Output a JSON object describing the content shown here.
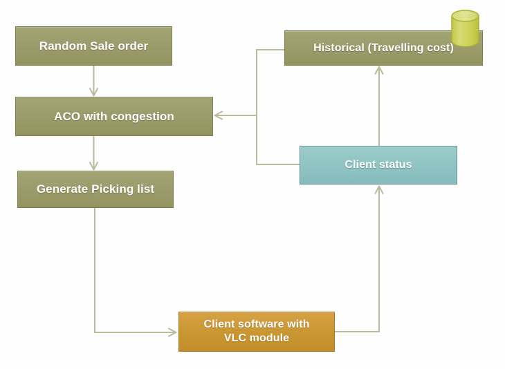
{
  "diagram": {
    "title": "ACO with congestion and VLC client software flow",
    "background_color": "#fefefe",
    "colors": {
      "olive_node": "#9a9b6a",
      "olive_border": "#7e7f4f",
      "teal_node": "#8fc3c3",
      "teal_border": "#5f8f93",
      "orange_node": "#ca9632",
      "orange_border": "#a8771d",
      "connector": "#b9bb9a",
      "database_icon": "#ccd154",
      "label_text": "#ffffff"
    },
    "nodes": [
      {
        "id": "random_sale_order",
        "label": "Random Sale order",
        "shape": "rectangle",
        "style": "olive"
      },
      {
        "id": "aco_with_congestion",
        "label": "ACO with congestion",
        "shape": "rectangle",
        "style": "olive"
      },
      {
        "id": "generate_picking_list",
        "label": "Generate Picking list",
        "shape": "rectangle",
        "style": "olive"
      },
      {
        "id": "historical_travelling_cost",
        "label": "Historical (Travelling cost)",
        "shape": "rectangle",
        "style": "olive",
        "icon": "database-cylinder-icon"
      },
      {
        "id": "client_status",
        "label": "Client status",
        "shape": "rectangle",
        "style": "teal"
      },
      {
        "id": "client_software_vlc",
        "label": "Client software with\nVLC module",
        "line1": "Client software with",
        "line2": "VLC module",
        "shape": "rectangle",
        "style": "orange"
      }
    ],
    "edges": [
      {
        "from": "random_sale_order",
        "to": "aco_with_congestion",
        "arrow": true,
        "routing": "straight-down"
      },
      {
        "from": "aco_with_congestion",
        "to": "generate_picking_list",
        "arrow": true,
        "routing": "straight-down"
      },
      {
        "from": "generate_picking_list",
        "to": "client_software_vlc",
        "arrow": true,
        "routing": "down-then-right"
      },
      {
        "from": "client_software_vlc",
        "to": "client_status",
        "arrow": true,
        "routing": "right-then-up"
      },
      {
        "from": "client_status",
        "to": "historical_travelling_cost",
        "arrow": true,
        "routing": "straight-up"
      },
      {
        "from": "historical_travelling_cost",
        "to": "aco_with_congestion",
        "arrow": true,
        "routing": "left-then-down-then-left"
      },
      {
        "from": "client_status",
        "to": "aco_with_congestion",
        "arrow": true,
        "routing": "left-then-up-then-left"
      }
    ],
    "icons": {
      "database": "database-cylinder-icon"
    }
  }
}
